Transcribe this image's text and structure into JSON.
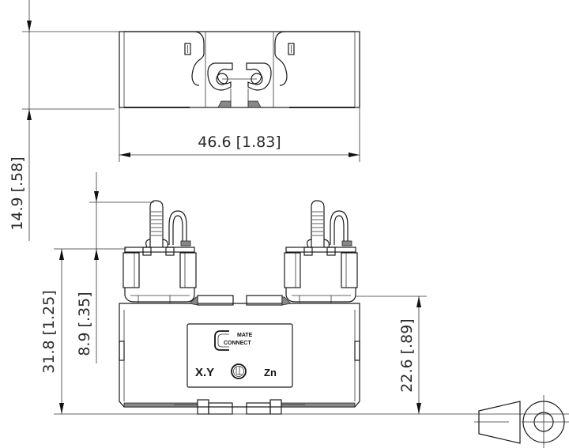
{
  "drawing": {
    "type": "technical-dimension-drawing",
    "units_primary": "mm",
    "units_secondary": "in",
    "views": [
      "top-view",
      "front-view"
    ],
    "dimensions": {
      "width": {
        "mm": "46.6",
        "in": "[1.83]",
        "label": "46.6 [1.83]"
      },
      "top_depth": {
        "mm": "14.9",
        "in": "[.58]",
        "label": "14.9 [.58]"
      },
      "overall_height": {
        "mm": "31.8",
        "in": "[1.25]",
        "label": "31.8 [1.25]"
      },
      "terminal_height": {
        "mm": "8.9",
        "in": "[.35]",
        "label": "8.9 [.35]"
      },
      "body_height": {
        "mm": "22.6",
        "in": "[.89]",
        "label": "22.6 [.89]"
      }
    },
    "label_plate": {
      "brand_line1": "MATE",
      "brand_line2": "CONNECT",
      "rating": "X.Y",
      "cert_mark": "UL",
      "material": "Zn"
    },
    "projection_symbol": "third-angle-projection-icon"
  }
}
